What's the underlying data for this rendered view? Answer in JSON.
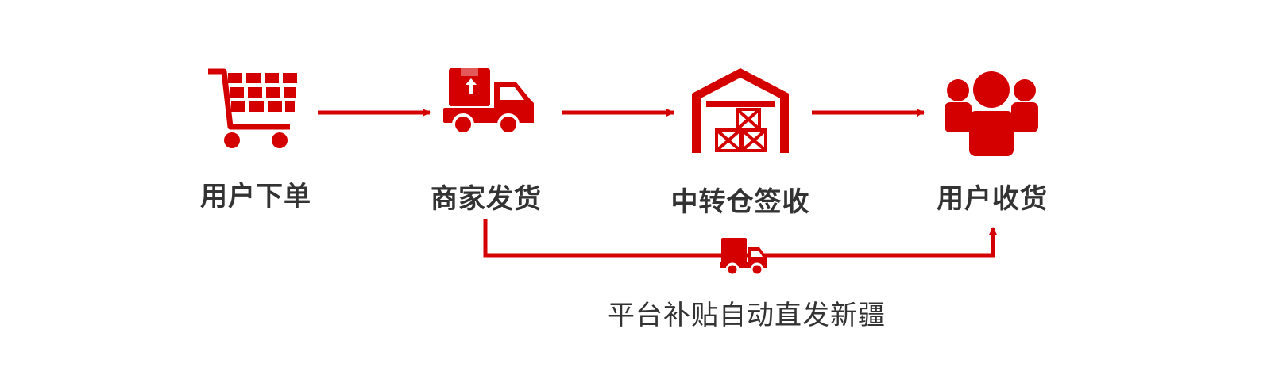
{
  "colors": {
    "accent": "#d40000",
    "text": "#333333"
  },
  "steps": [
    {
      "label": "用户下单",
      "icon": "shopping-cart-icon"
    },
    {
      "label": "商家发货",
      "icon": "delivery-truck-icon"
    },
    {
      "label": "中转仓签收",
      "icon": "warehouse-icon"
    },
    {
      "label": "用户收货",
      "icon": "user-group-icon"
    }
  ],
  "direct_route": {
    "label": "平台补贴自动直发新疆",
    "icon": "small-truck-icon"
  }
}
